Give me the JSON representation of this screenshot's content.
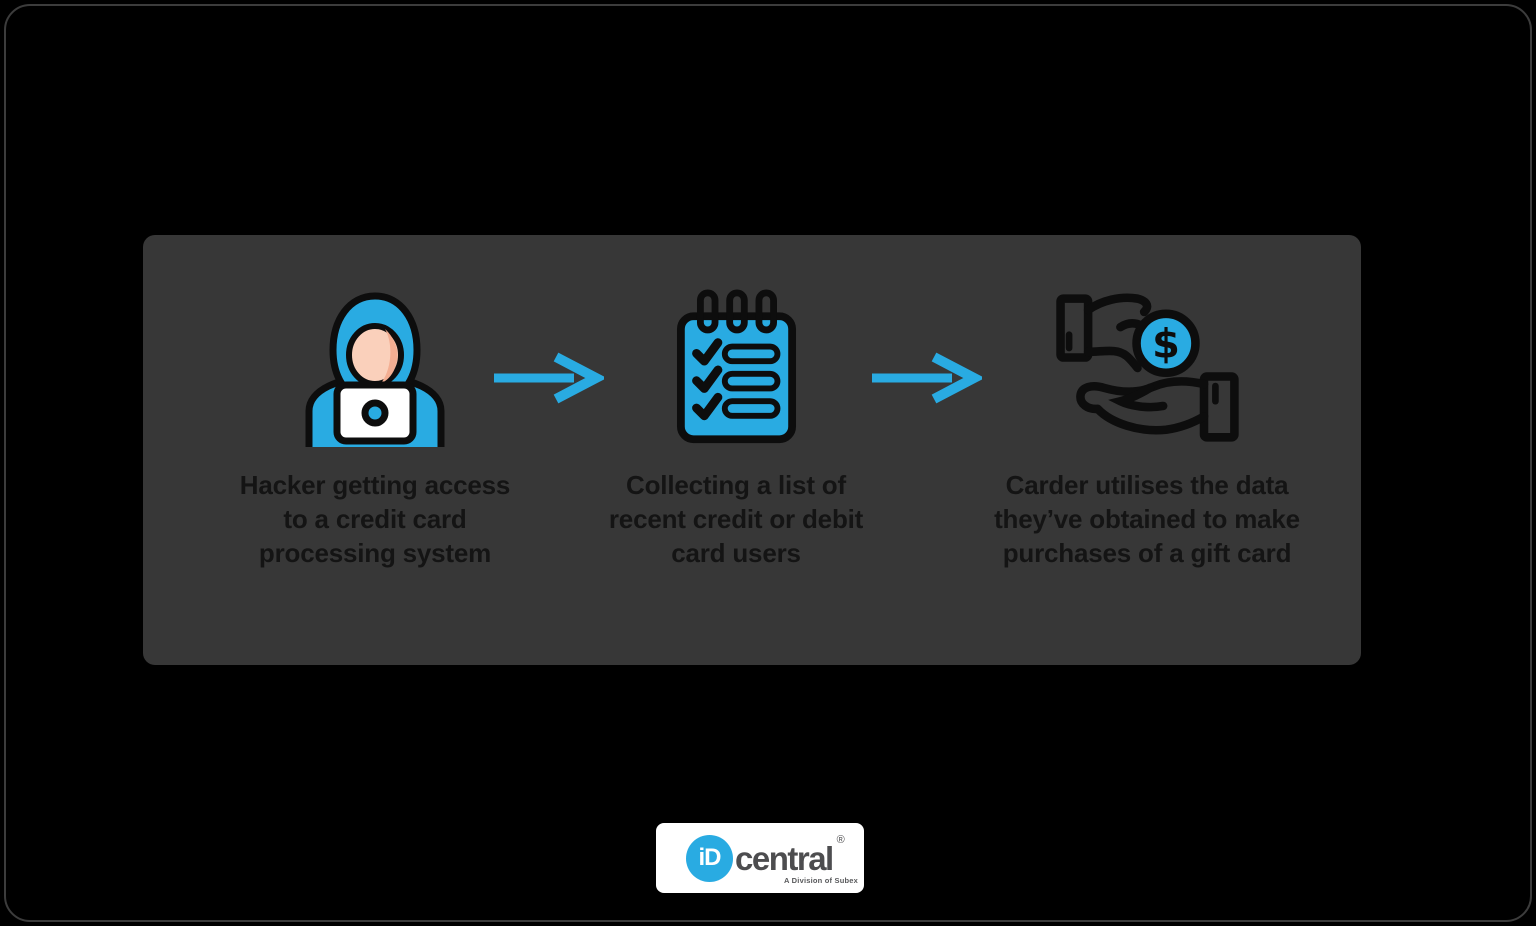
{
  "colors": {
    "canvas": "#000000",
    "frame-border": "#3c3c3c",
    "panel": "#373737",
    "accent": "#29abe2",
    "ink": "#0d0d0d",
    "label": "#141414",
    "face": "#fad0bb",
    "face-shade": "#f3ae92",
    "white": "#ffffff",
    "logo-text": "#4d4d4f",
    "logo-tagline": "#58595b"
  },
  "steps": [
    {
      "icon": "hacker-laptop-icon",
      "label": "Hacker getting access\nto a credit card\nprocessing system"
    },
    {
      "icon": "checklist-notepad-icon",
      "label": "Collecting a list of\nrecent credit or debit\ncard users"
    },
    {
      "icon": "hand-giving-coin-icon",
      "label": "Carder utilises the data\nthey’ve obtained to make\npurchases of a gift card"
    }
  ],
  "icons": {
    "coin_symbol": "$"
  },
  "logo": {
    "mark": "iD",
    "name": "central",
    "registered": "®",
    "tagline": "A Division of Subex"
  }
}
